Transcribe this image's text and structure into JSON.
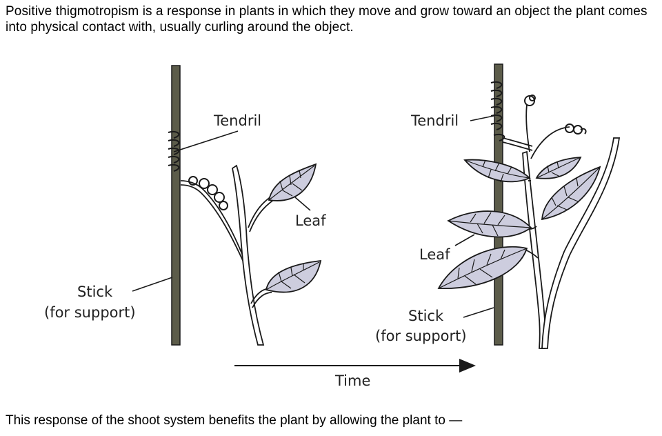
{
  "intro_text": "Positive thigmotropism is a response in plants in which they move and grow toward an object the plant comes into physical contact with, usually curling around the object.",
  "question_text": "This response of the shoot system benefits the plant by allowing the plant to —",
  "figure": {
    "left": {
      "tendril_label": "Tendril",
      "leaf_label": "Leaf",
      "stick_label_1": "Stick",
      "stick_label_2": "(for support)"
    },
    "right": {
      "tendril_label": "Tendril",
      "leaf_label": "Leaf",
      "stick_label_1": "Stick",
      "stick_label_2": "(for support)"
    },
    "time_label": "Time"
  },
  "colors": {
    "stick": "#5c5c4a",
    "leaf_fill": "#cdcdde",
    "outline": "#1a1a1a"
  }
}
